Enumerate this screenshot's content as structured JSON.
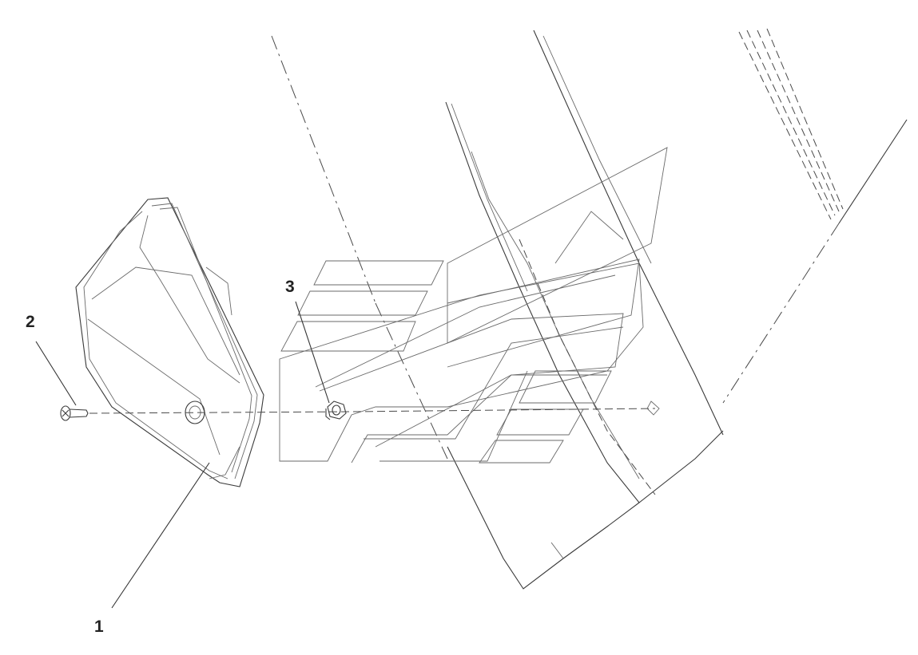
{
  "callouts": {
    "c1": "1",
    "c2": "2",
    "c3": "3"
  },
  "parts": [
    {
      "number": "1",
      "icon": "tail-lamp-icon"
    },
    {
      "number": "2",
      "icon": "screw-icon"
    },
    {
      "number": "3",
      "icon": "nut-icon"
    }
  ],
  "colors": {
    "line": "#3a3a3a",
    "background": "#ffffff"
  }
}
